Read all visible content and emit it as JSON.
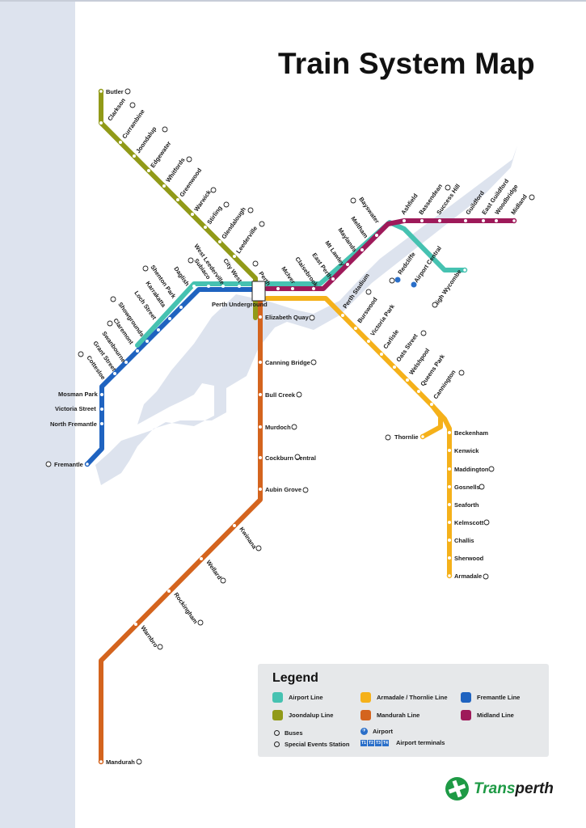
{
  "title": "Train System Map",
  "colors": {
    "airport": "#46c2b1",
    "joondalup": "#919a18",
    "fremantle": "#1f63c0",
    "armadale": "#f5b11a",
    "mandurah": "#d4641e",
    "midland": "#9e1a5a",
    "river": "#dde3ee"
  },
  "lines": [
    {
      "name": "Airport Line",
      "color": "#46c2b1"
    },
    {
      "name": "Armadale / Thornlie Line",
      "color": "#f5b11a"
    },
    {
      "name": "Fremantle Line",
      "color": "#1f63c0"
    },
    {
      "name": "Joondalup Line",
      "color": "#919a18"
    },
    {
      "name": "Mandurah Line",
      "color": "#d4641e"
    },
    {
      "name": "Midland Line",
      "color": "#9e1a5a"
    }
  ],
  "stations": {
    "joondalup": [
      "Butler",
      "Clarkson",
      "Currambine",
      "Joondalup",
      "Edgewater",
      "Whitfords",
      "Greenwood",
      "Warwick",
      "Stirling",
      "Glendalough",
      "Leederville"
    ],
    "fremantle": [
      "Mosman Park",
      "Victoria Street",
      "North Fremantle",
      "Fremantle",
      "Cottesloe",
      "Grant Street",
      "Swanbourne",
      "Claremont",
      "Showgrounds",
      "Loch Street",
      "Karrakatta",
      "Shenton Park",
      "Daglish",
      "Subiaco",
      "West Leederville",
      "City West"
    ],
    "central": [
      "Perth",
      "Perth Underground",
      "Elizabeth Quay"
    ],
    "mandurah": [
      "Canning Bridge",
      "Bull Creek",
      "Murdoch",
      "Cockburn Central",
      "Aubin Grove",
      "Kwinana",
      "Wellard",
      "Rockingham",
      "Warnbro",
      "Mandurah"
    ],
    "midland": [
      "McIver",
      "Claisebrook",
      "East Perth",
      "Mt Lawley",
      "Maylands",
      "Meltham",
      "Bayswater",
      "Ashfield",
      "Bassendean",
      "Success Hill",
      "Guildford",
      "East Guildford",
      "Woodbridge",
      "Midland"
    ],
    "airport": [
      "Redcliffe",
      "Airport Central",
      "High Wycombe"
    ],
    "armadale": [
      "Perth Stadium",
      "Burswood",
      "Victoria Park",
      "Carlisle",
      "Oats Street",
      "Welshpool",
      "Queens Park",
      "Cannington",
      "Thornlie",
      "Beckenham",
      "Kenwick",
      "Maddington",
      "Gosnells",
      "Seaforth",
      "Kelmscott",
      "Challis",
      "Sherwood",
      "Armadale"
    ]
  },
  "legend": {
    "title": "Legend",
    "airport_line": "Airport Line",
    "armadale_line": "Armadale / Thornlie Line",
    "fremantle_line": "Fremantle Line",
    "joondalup_line": "Joondalup Line",
    "mandurah_line": "Mandurah Line",
    "midland_line": "Midland Line",
    "buses": "Buses",
    "special_events": "Special Events Station",
    "airport": "Airport",
    "airport_terminals": "Airport terminals",
    "terminal_codes": [
      "T1",
      "T2",
      "T3",
      "T4"
    ]
  },
  "brand": {
    "part1": "Trans",
    "part2": "perth"
  }
}
